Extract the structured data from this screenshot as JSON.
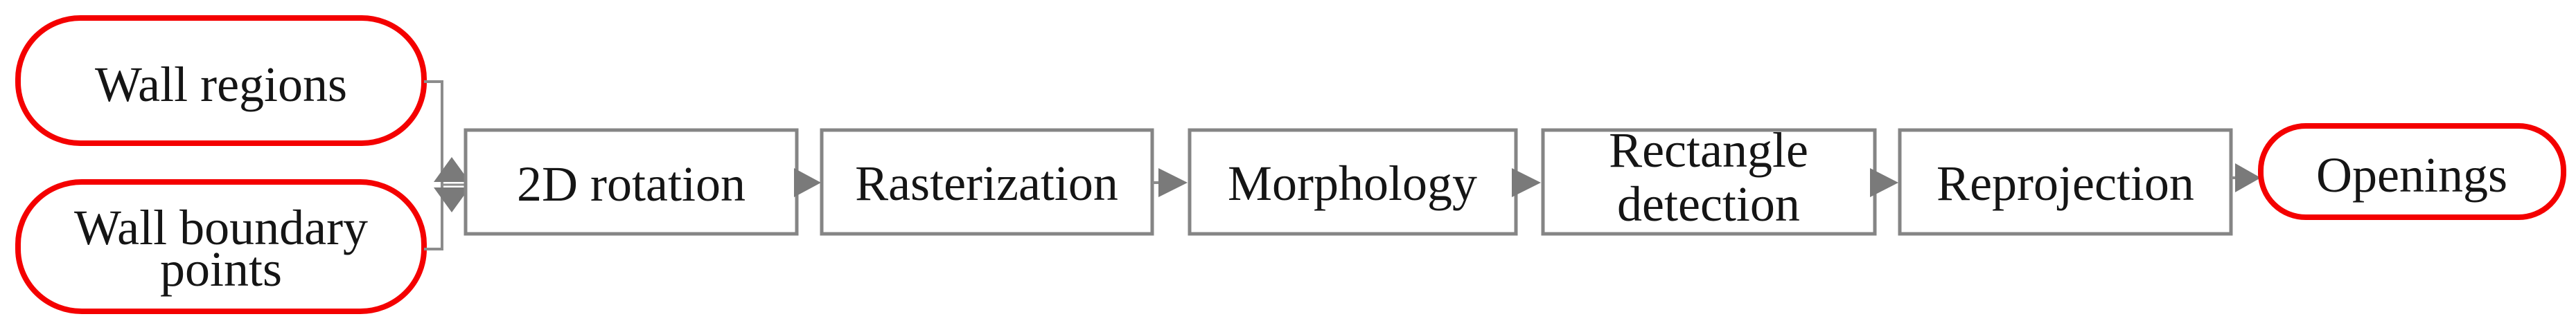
{
  "flowchart": {
    "input_nodes": [
      {
        "id": "wall-regions",
        "label": "Wall regions",
        "shape": "rounded-capsule"
      },
      {
        "id": "wall-boundary-points",
        "label_line1": "Wall boundary",
        "label_line2": "points",
        "shape": "rounded-capsule"
      }
    ],
    "process_nodes": [
      {
        "id": "2d-rotation",
        "label": "2D rotation"
      },
      {
        "id": "rasterization",
        "label": "Rasterization"
      },
      {
        "id": "morphology",
        "label": "Morphology"
      },
      {
        "id": "rectangle-detection",
        "label_line1": "Rectangle",
        "label_line2": "detection"
      },
      {
        "id": "reprojection",
        "label": "Reprojection"
      }
    ],
    "output_nodes": [
      {
        "id": "openings",
        "label": "Openings",
        "shape": "rounded-capsule"
      }
    ],
    "colors": {
      "io_border": "#f40000",
      "process_border": "#858585",
      "connector": "#8c8c8c",
      "arrow": "#7a7a7a",
      "text": "#151515",
      "background": "#ffffff"
    }
  }
}
